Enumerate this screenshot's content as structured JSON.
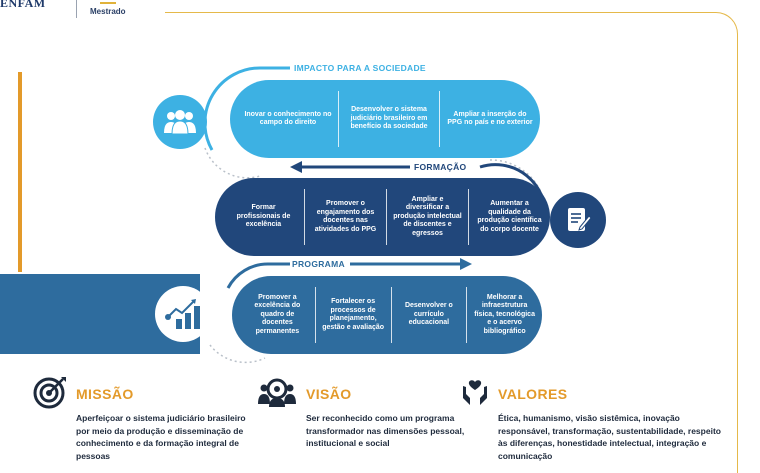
{
  "header": {
    "logo_left": "ENFAM",
    "logo_right": "Mestrado"
  },
  "impacto": {
    "label": "IMPACTO PARA A SOCIEDADE",
    "items": [
      "Inovar o conhecimento no campo do direito",
      "Desenvolver o sistema judiciário brasileiro em benefício da sociedade",
      "Ampliar a inserção do PPG no país e no exterior"
    ]
  },
  "formacao": {
    "label": "FORMAÇÃO",
    "items": [
      "Formar profissionais de excelência",
      "Promover o engajamento dos docentes nas atividades do PPG",
      "Ampliar e diversificar a produção intelectual de discentes e egressos",
      "Aumentar a qualidade da produção científica do corpo docente"
    ]
  },
  "programa": {
    "label": "PROGRAMA",
    "items": [
      "Promover a excelência do quadro de docentes permanentes",
      "Fortalecer os processos de planejamento, gestão e avaliação",
      "Desenvolver o currículo educacional",
      "Melhorar a infraestrutura física, tecnológica e o acervo bibliográfico"
    ]
  },
  "icons": {
    "people": "people-icon",
    "document": "document-pen-icon",
    "growth": "growth-chart-icon",
    "target": "target-icon",
    "vision": "vision-people-icon",
    "values": "hands-heart-icon"
  },
  "colors": {
    "light_blue": "#3db1e3",
    "navy": "#21477b",
    "mid_blue": "#2e6c9e",
    "orange": "#e39a2a",
    "gold": "#e5b94a"
  },
  "missao": {
    "title": "MISSÃO",
    "text": "Aperfeiçoar o sistema judiciário brasileiro por meio da produção e disseminação de conhecimento e da formação integral de pessoas"
  },
  "visao": {
    "title": "VISÃO",
    "text": "Ser reconhecido como um programa transformador nas dimensões pessoal, institucional e social"
  },
  "valores": {
    "title": "VALORES",
    "text": "Ética, humanismo, visão sistêmica, inovação responsável, transformação, sustentabilidade, respeito às diferenças, honestidade intelectual, integração e comunicação"
  }
}
